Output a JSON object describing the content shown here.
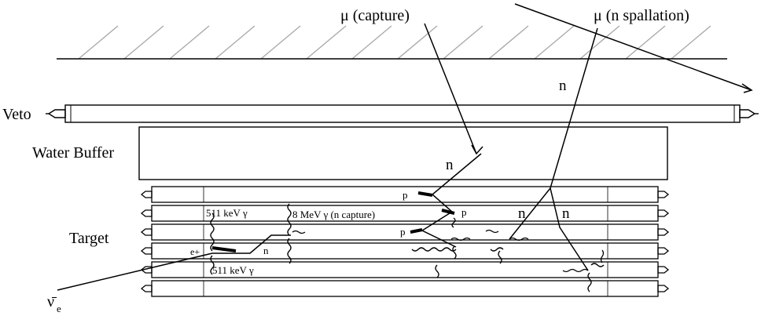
{
  "labels": {
    "mu_capture": "μ (capture)",
    "mu_spallation": "μ (n spallation)",
    "veto": "Veto",
    "water_buffer": "Water Buffer",
    "target": "Target",
    "gamma_511_top": "511 keV γ",
    "gamma_511_bottom": "511 keV γ",
    "gamma_8mev": "8 MeV γ (n capture)",
    "positron": "e+",
    "neutron_target": "n",
    "neutron_capture": "n",
    "neutron_spall": "n",
    "neutron_spall_a": "n",
    "neutron_spall_b": "n",
    "proton_1": "p",
    "proton_2": "p",
    "proton_3": "p",
    "antineutrino": "ν̄",
    "antineutrino_sub": "e"
  },
  "colors": {
    "line": "#000000",
    "ground_hatch": "#aaaaaa",
    "background": "#ffffff"
  }
}
